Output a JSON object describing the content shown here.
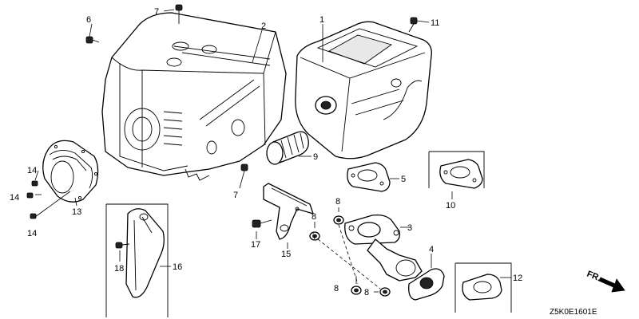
{
  "diagram_code": "Z5K0E1601E",
  "direction_label": "FR.",
  "callouts": {
    "c1": "1",
    "c2": "2",
    "c3": "3",
    "c4": "4",
    "c5": "5",
    "c6": "6",
    "c7a": "7",
    "c7b": "7",
    "c8a": "8",
    "c8b": "8",
    "c8c": "8",
    "c8d": "8",
    "c9": "9",
    "c10": "10",
    "c11": "11",
    "c12": "12",
    "c13": "13",
    "c14a": "14",
    "c14b": "14",
    "c14c": "14",
    "c15": "15",
    "c16": "16",
    "c17": "17",
    "c18": "18"
  }
}
